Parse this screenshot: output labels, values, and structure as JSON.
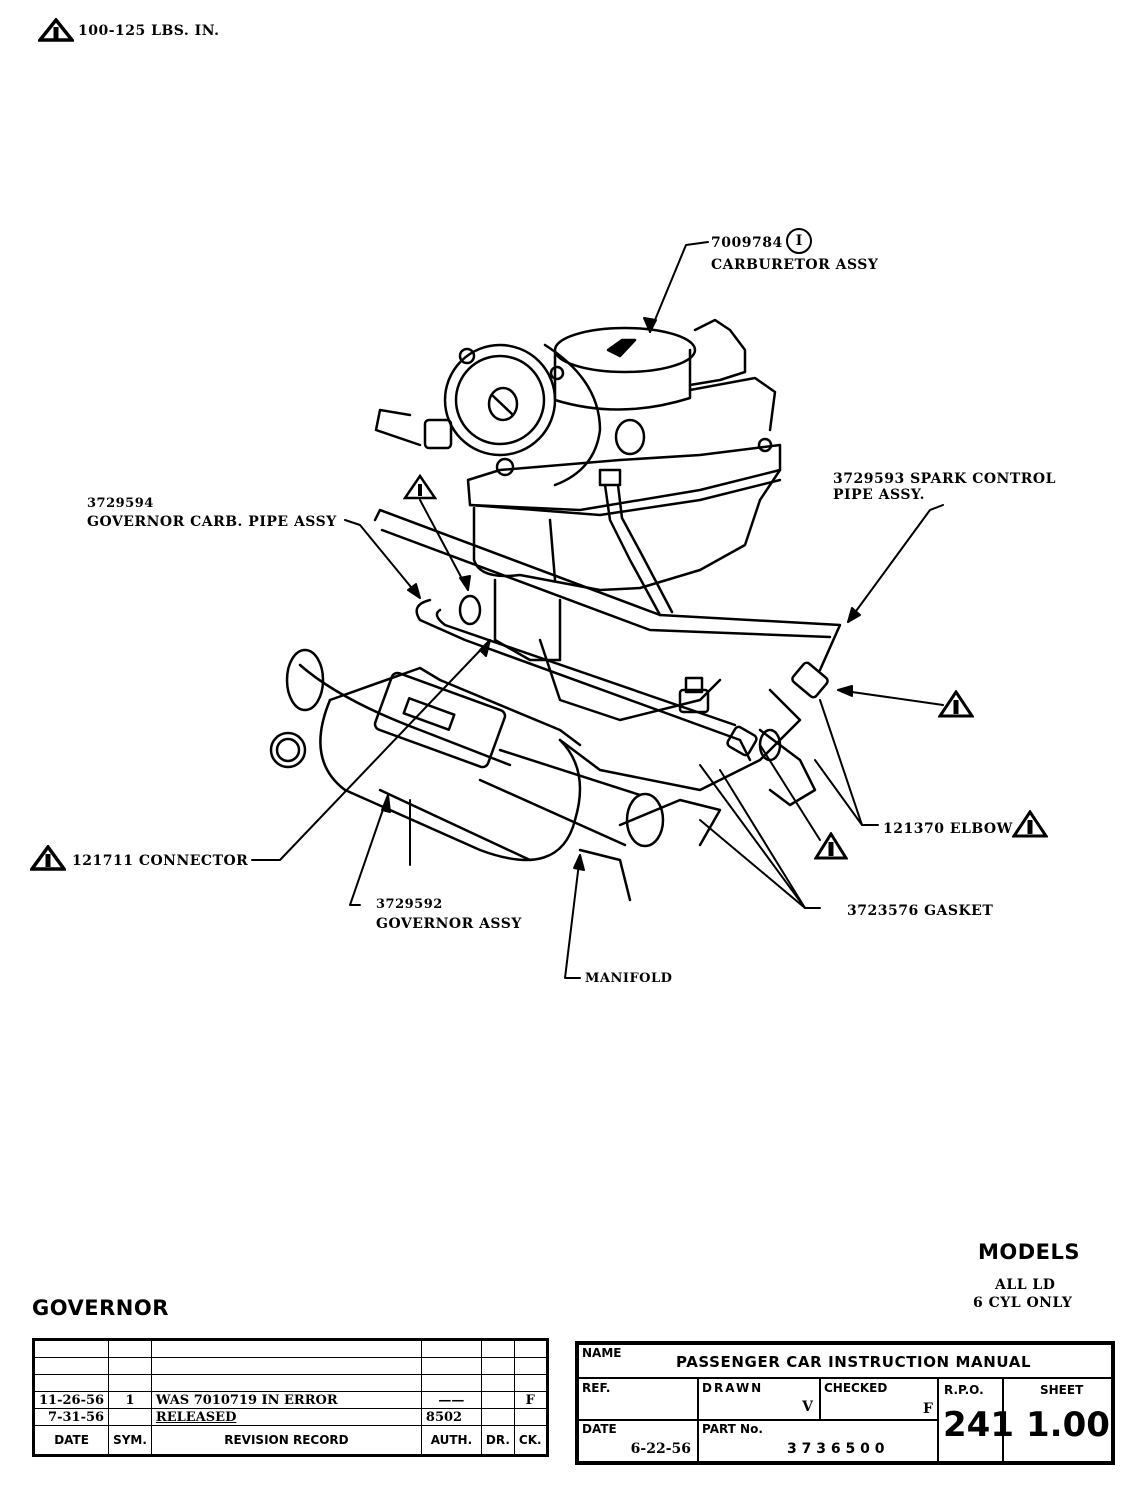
{
  "torque_note": {
    "symbol": "1",
    "text": "100-125 LBS. IN."
  },
  "callouts": {
    "carburetor": {
      "part_no": "7009784",
      "circle_symbol": "I",
      "name": "CARBURETOR ASSY"
    },
    "spark_pipe": {
      "line1": "3729593 SPARK CONTROL",
      "line2": "PIPE ASSY."
    },
    "governor_pipe": {
      "part_no": "3729594",
      "name": "GOVERNOR CARB. PIPE ASSY"
    },
    "connector": {
      "symbol": "1",
      "text": "121711 CONNECTOR"
    },
    "governor": {
      "part_no": "3729592",
      "name": "GOVERNOR ASSY"
    },
    "manifold": {
      "name": "MANIFOLD"
    },
    "gasket": {
      "text": "3723576 GASKET"
    },
    "elbow": {
      "text": "121370 ELBOW",
      "symbol": "1"
    },
    "torque_markers": [
      "1",
      "1",
      "1"
    ]
  },
  "models": {
    "title": "MODELS",
    "line1": "ALL LD",
    "line2": "6 CYL ONLY"
  },
  "section_title": "GOVERNOR",
  "revision_table": {
    "headers": [
      "DATE",
      "SYM.",
      "REVISION RECORD",
      "AUTH.",
      "DR.",
      "CK."
    ],
    "rows": [
      [
        "",
        "",
        "",
        "",
        "",
        ""
      ],
      [
        "",
        "",
        "",
        "",
        "",
        ""
      ],
      [
        "",
        "",
        "",
        "",
        "",
        ""
      ],
      [
        "11-26-56",
        "1",
        "WAS 7010719 IN ERROR",
        "——",
        "",
        "F"
      ],
      [
        "7-31-56",
        "",
        "RELEASED",
        "8502",
        "",
        ""
      ]
    ]
  },
  "title_block": {
    "name_label": "NAME",
    "name_value": "PASSENGER CAR INSTRUCTION MANUAL",
    "ref_label": "REF.",
    "drawn_label": "DRAWN",
    "drawn_value": "V",
    "checked_label": "CHECKED",
    "checked_value": "F",
    "rpo_label": "R.P.O.",
    "rpo_value": "241",
    "sheet_label": "SHEET",
    "sheet_value": "1.00",
    "date_label": "DATE",
    "date_value": "6-22-56",
    "part_label": "PART No.",
    "part_value": "3 7 3 6 5 0 0"
  }
}
